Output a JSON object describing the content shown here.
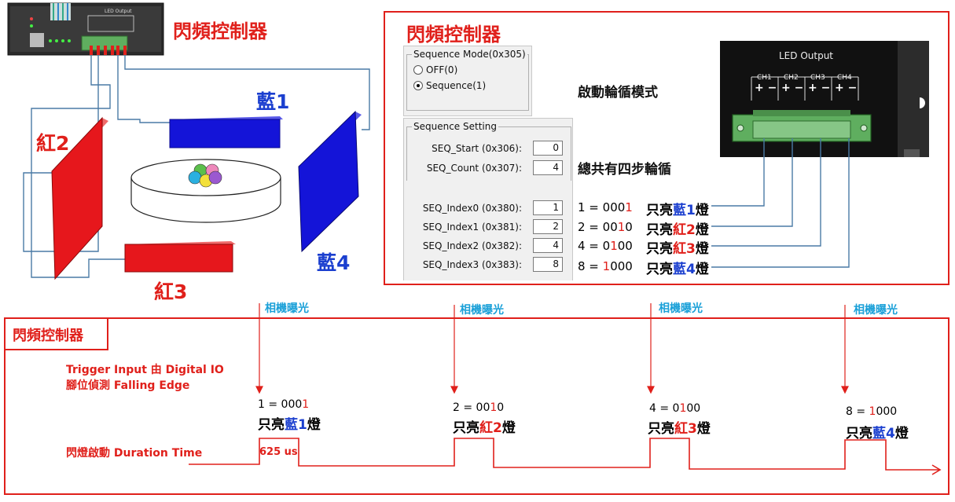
{
  "colors": {
    "red": "#e0201b",
    "blue": "#1b3fcf",
    "cyan": "#1aa0d8",
    "wire": "#4a7aa5",
    "panel_red": "#e6171c",
    "panel_blue": "#1414d8"
  },
  "top_left": {
    "controller_label": "閃頻控制器",
    "device_text": "LED Output",
    "panels": [
      {
        "name": "藍1",
        "color": "blue"
      },
      {
        "name": "紅2",
        "color": "red"
      },
      {
        "name": "紅3",
        "color": "red"
      },
      {
        "name": "藍4",
        "color": "blue"
      }
    ]
  },
  "top_right": {
    "title": "閃頻控制器",
    "mode_group": {
      "title": "Sequence Mode(0x305)",
      "options": [
        {
          "label": "OFF(0)",
          "selected": false
        },
        {
          "label": "Sequence(1)",
          "selected": true
        }
      ]
    },
    "mode_note": "啟動輪循模式",
    "setting_group": {
      "title": "Sequence Setting",
      "fields": [
        {
          "label": "SEQ_Start (0x306):",
          "value": "0"
        },
        {
          "label": "SEQ_Count (0x307):",
          "value": "4"
        }
      ]
    },
    "count_note": "總共有四步輪循",
    "index_fields": [
      {
        "label": "SEQ_Index0 (0x380):",
        "value": "1",
        "code_pre": "1 = 000",
        "code_hl": "1",
        "code_post": "",
        "lamp_pre": "只亮",
        "lamp_hl": "藍1",
        "lamp_post": "燈",
        "hl": "blue"
      },
      {
        "label": "SEQ_Index1 (0x381):",
        "value": "2",
        "code_pre": "2 = 00",
        "code_hl": "1",
        "code_post": "0",
        "lamp_pre": "只亮",
        "lamp_hl": "紅2",
        "lamp_post": "燈",
        "hl": "red"
      },
      {
        "label": "SEQ_Index2 (0x382):",
        "value": "4",
        "code_pre": "4 = 0",
        "code_hl": "1",
        "code_post": "00",
        "lamp_pre": "只亮",
        "lamp_hl": "紅3",
        "lamp_post": "燈",
        "hl": "red"
      },
      {
        "label": "SEQ_Index3 (0x383):",
        "value": "8",
        "code_pre": "8 = ",
        "code_hl": "1",
        "code_post": "000",
        "lamp_pre": "只亮",
        "lamp_hl": "藍4",
        "lamp_post": "燈",
        "hl": "blue"
      }
    ],
    "device": {
      "title": "LED Output",
      "channels": [
        "CH1",
        "CH2",
        "CH3",
        "CH4"
      ],
      "polarity": "+ −"
    }
  },
  "bottom": {
    "title": "閃頻控制器",
    "camera_label": "相機曝光",
    "trigger_line1": "Trigger Input 由 Digital IO",
    "trigger_line2": "腳位偵測 Falling Edge",
    "duration_label": "閃燈啟動 Duration Time",
    "pulse_width": "625 us",
    "steps": [
      {
        "code_pre": "1 = 000",
        "code_hl": "1",
        "code_post": "",
        "lamp_pre": "只亮",
        "lamp_hl": "藍1",
        "lamp_post": "燈",
        "hl": "blue"
      },
      {
        "code_pre": "2 = 00",
        "code_hl": "1",
        "code_post": "0",
        "lamp_pre": "只亮",
        "lamp_hl": "紅2",
        "lamp_post": "燈",
        "hl": "red"
      },
      {
        "code_pre": "4 = 0",
        "code_hl": "1",
        "code_post": "00",
        "lamp_pre": "只亮",
        "lamp_hl": "紅3",
        "lamp_post": "燈",
        "hl": "red"
      },
      {
        "code_pre": "8 = ",
        "code_hl": "1",
        "code_post": "000",
        "lamp_pre": "只亮",
        "lamp_hl": "藍4",
        "lamp_post": "燈",
        "hl": "blue"
      }
    ]
  }
}
